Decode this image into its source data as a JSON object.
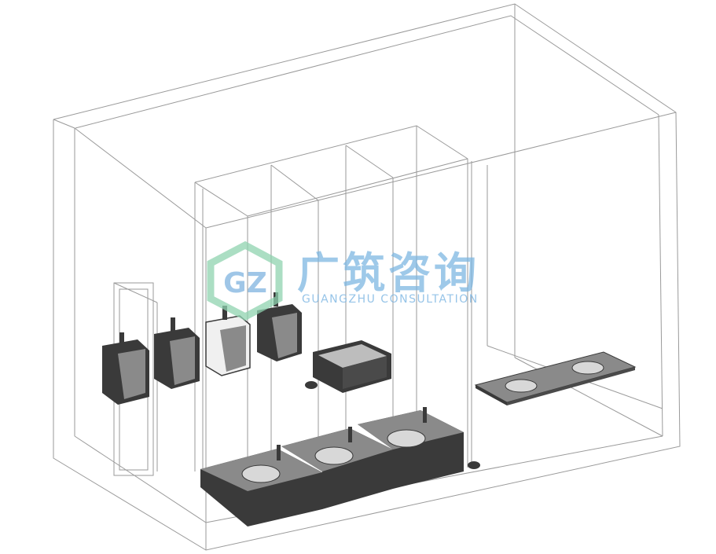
{
  "watermark": {
    "brand_cn": "广筑咨询",
    "brand_en": "GUANGZHU CONSULTATION",
    "logo_letters": "GZ",
    "colors": {
      "logo_green": "#8fd3b0",
      "logo_blue": "#7fb4e0",
      "text_blue": "#78b4e1"
    }
  },
  "scene": {
    "colors": {
      "wire": "#9a9a9a",
      "fixture_dark": "#3a3a3a",
      "fixture_mid": "#8a8a8a",
      "fixture_light": "#d8d8d8"
    },
    "fixtures": [
      "urinal",
      "urinal",
      "urinal",
      "urinal",
      "mop-sink",
      "floor-drain",
      "counter-sink",
      "squat-toilet",
      "squat-toilet",
      "squat-toilet",
      "floor-drain"
    ]
  }
}
